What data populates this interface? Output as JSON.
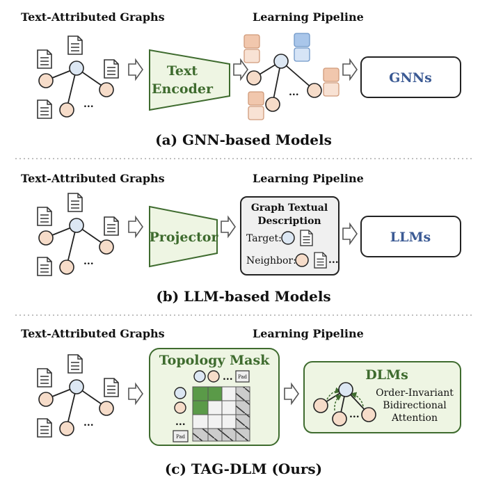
{
  "panels": [
    {
      "left_heading": "Text-Attributed Graphs",
      "right_heading": "Learning Pipeline",
      "encoder": [
        "Text",
        "Encoder"
      ],
      "model": "GNNs",
      "caption": "(a) GNN-based Models",
      "ellipsis": "..."
    },
    {
      "left_heading": "Text-Attributed Graphs",
      "right_heading": "Learning Pipeline",
      "encoder": [
        "Projector"
      ],
      "description_title": [
        "Graph Textual",
        "Description"
      ],
      "target_label": "Target:",
      "neighbor_label": "Neighbor:",
      "model": "LLMs",
      "caption": "(b) LLM-based Models",
      "ellipsis": "..."
    },
    {
      "left_heading": "Text-Attributed Graphs",
      "right_heading": "Learning Pipeline",
      "mask_title": "Topology Mask",
      "pad_label": "Pad",
      "model": "DLMs",
      "attention_lines": [
        "Order-Invariant",
        "Bidirectional",
        "Attention"
      ],
      "caption": "(c) TAG-DLM (Ours)",
      "ellipsis": "..."
    }
  ],
  "colors": {
    "green_fill": "#eef5e3",
    "green_stroke": "#3e6b2e",
    "mask_fill": "#5a9a48",
    "node_peach": "#f6dcc9",
    "node_blue": "#dce7f3",
    "token_orange": "#f1c7ad",
    "token_blue": "#a9c6ea",
    "model_text": "#3b5a94"
  }
}
